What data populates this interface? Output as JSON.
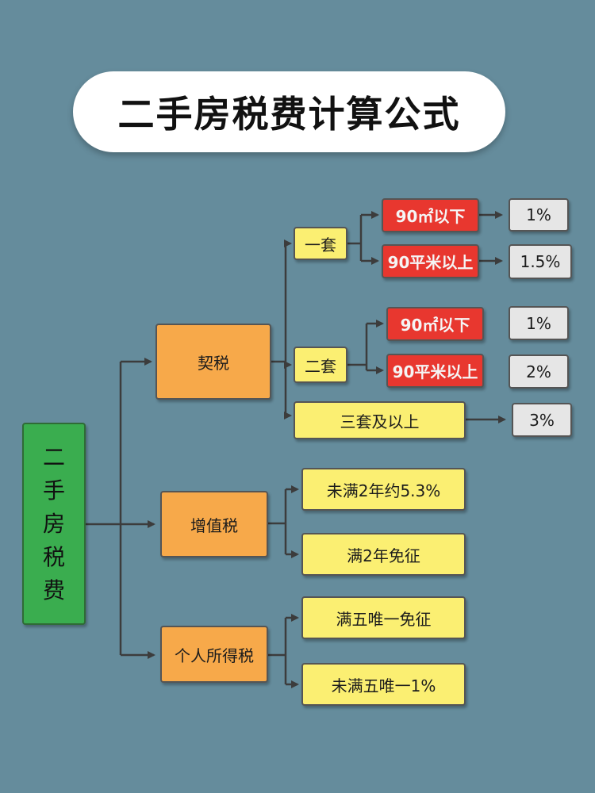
{
  "title": "二手房税费计算公式",
  "root": "二手房税费",
  "qishui": {
    "label": "契税",
    "tao1": {
      "label": "一套",
      "under": {
        "label": "90㎡以下",
        "rate": "1%"
      },
      "over": {
        "label": "90平米以上",
        "rate": "1.5%"
      }
    },
    "tao2": {
      "label": "二套",
      "under": {
        "label": "90㎡以下",
        "rate": "1%"
      },
      "over": {
        "label": "90平米以上",
        "rate": "2%"
      }
    },
    "tao3": {
      "label": "三套及以上",
      "rate": "3%"
    }
  },
  "zengzhi": {
    "label": "增值税",
    "less2": "未满2年约5.3%",
    "full2": "满2年免征"
  },
  "geshui": {
    "label": "个人所得税",
    "exempt": "满五唯一免征",
    "rate": "未满五唯一1%"
  },
  "colors": {
    "background": "#658c9c",
    "root": "#3aad4f",
    "level1": "#f7a94a",
    "level2": "#fbef72",
    "area": "#e8372f",
    "rate": "#e6e6e6"
  }
}
